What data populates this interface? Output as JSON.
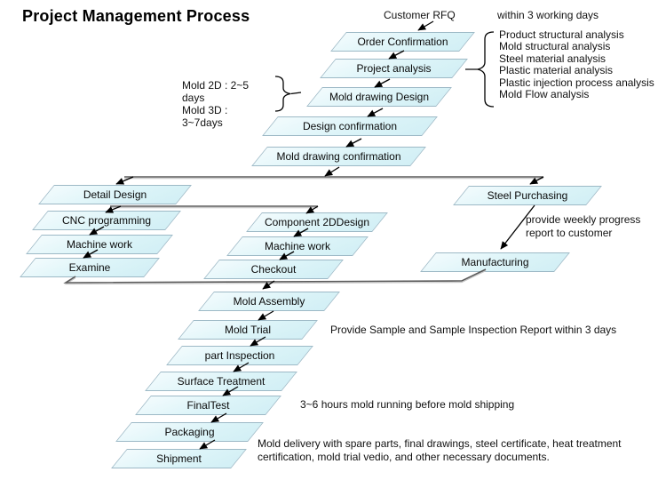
{
  "title": "Project Management Process",
  "start_label": "Customer RFQ",
  "nodes": [
    {
      "label": "Order Confirmation"
    },
    {
      "label": "Project analysis"
    },
    {
      "label": "Mold drawing Design"
    },
    {
      "label": "Design confirmation"
    },
    {
      "label": "Mold drawing confirmation"
    },
    {
      "label": "Detail Design"
    },
    {
      "label": "Steel Purchasing"
    },
    {
      "label": "CNC programming"
    },
    {
      "label": "Component 2DDesign"
    },
    {
      "label": "Machine work"
    },
    {
      "label": "Machine work"
    },
    {
      "label": "Examine"
    },
    {
      "label": "Checkout"
    },
    {
      "label": "Manufacturing"
    },
    {
      "label": "Mold Assembly"
    },
    {
      "label": "Mold Trial"
    },
    {
      "label": "part Inspection"
    },
    {
      "label": "Surface Treatment"
    },
    {
      "label": "FinalTest"
    },
    {
      "label": "Packaging"
    },
    {
      "label": "Shipment"
    }
  ],
  "ann": {
    "working_days": "within 3 working days",
    "analysis_items": [
      "Product structural analysis",
      "Mold structural analysis",
      "Steel material analysis",
      "Plastic material analysis",
      "Plastic injection process analysis",
      "Mold Flow analysis"
    ],
    "mold_lines": [
      "Mold 2D : 2~5",
      "days",
      "Mold 3D :",
      "3~7days"
    ],
    "weekly_lines": [
      "provide weekly progress",
      "report to customer"
    ],
    "sample_report": "Provide Sample and Sample Inspection Report within 3 days",
    "mold_running": "3~6 hours mold running before mold shipping",
    "delivery_note": "Mold delivery with spare parts, final drawings, steel certificate, heat treatment certification, mold trial vedio,  and other necessary documents."
  },
  "colors": {
    "node_fill": "#dcf4f8",
    "node_border": "#9db9c6",
    "connector_gray": "#5a5a5a",
    "arrow_black": "#000000"
  }
}
